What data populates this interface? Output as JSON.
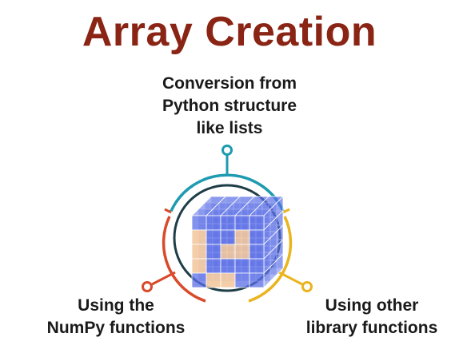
{
  "title": "Array Creation",
  "items": [
    {
      "lines": [
        "Conversion from",
        "Python structure",
        "like lists"
      ],
      "color": "#1e9bb0"
    },
    {
      "lines": [
        "Using the",
        "NumPy functions"
      ],
      "color": "#d94a2a"
    },
    {
      "lines": [
        "Using other",
        "library functions"
      ],
      "color": "#eab41f"
    }
  ],
  "colors": {
    "title": "#8a2414",
    "inner_ring": "#1f3d48",
    "cube_blue": "#5a6ee6",
    "cube_peach": "#f2c69a"
  }
}
